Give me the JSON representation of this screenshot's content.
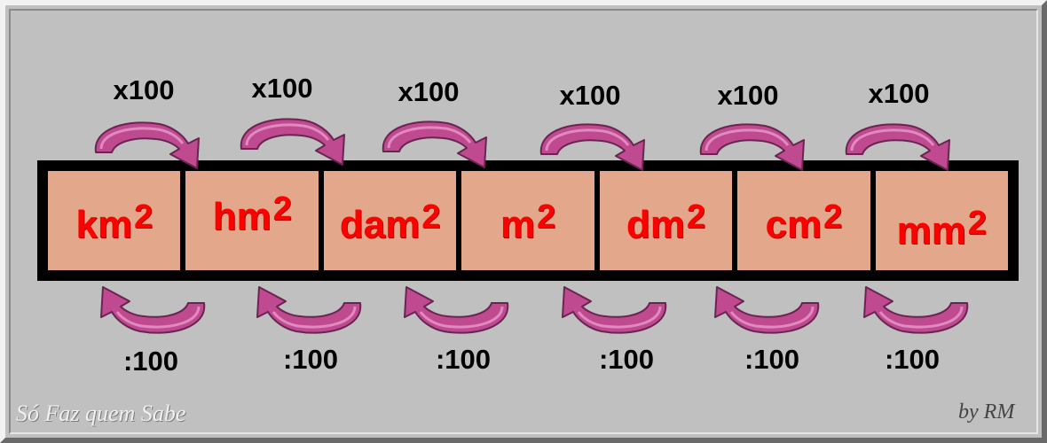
{
  "units": [
    {
      "base": "km",
      "power": "2"
    },
    {
      "base": "hm",
      "power": "2"
    },
    {
      "base": "dam",
      "power": "2"
    },
    {
      "base": "m",
      "power": "2"
    },
    {
      "base": "dm",
      "power": "2"
    },
    {
      "base": "cm",
      "power": "2"
    },
    {
      "base": "mm",
      "power": "2"
    }
  ],
  "multiply_labels": [
    "x100",
    "x100",
    "x100",
    "x100",
    "x100",
    "x100"
  ],
  "divide_labels": [
    ":100",
    ":100",
    ":100",
    ":100",
    ":100",
    ":100"
  ],
  "footer": {
    "left": "Só Faz quem Sabe",
    "right": "by RM"
  },
  "colors": {
    "background": "#c0c0c0",
    "cell": "#e3a88b",
    "unit_text": "#ff0000",
    "arrow": "#c04a90",
    "border": "#000000"
  }
}
